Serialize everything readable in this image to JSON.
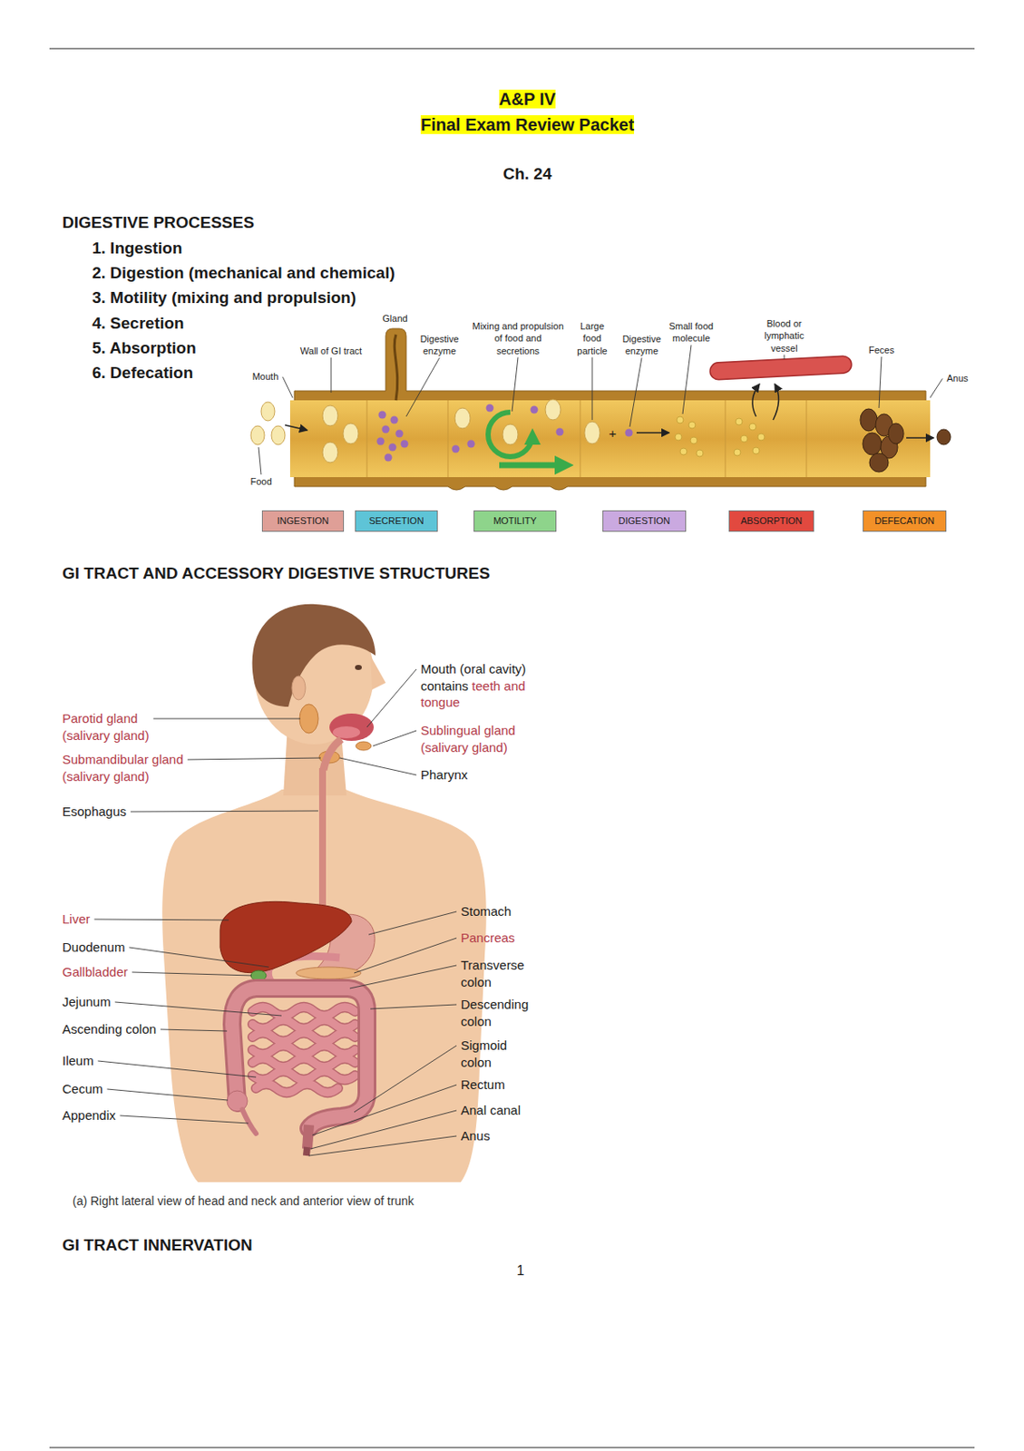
{
  "diagram": {
    "title": "A&P IV",
    "caption": "(a) Right lateral view of head and neck and anterior view of trunk",
    "nodes": [
      {
        "text": [
          "INGESTION"
        ]
      },
      {
        "text": [
          "SECRETION"
        ]
      },
      {
        "text": [
          "MOTILITY"
        ]
      },
      {
        "text": [
          "DIGESTION"
        ]
      },
      {
        "text": [
          "ABSORPTION"
        ]
      },
      {
        "text": [
          "DEFECATION"
        ]
      }
    ],
    "labels": [
      "Final Exam Review Packet",
      "Ch. 24",
      "DIGESTIVE PROCESSES",
      "1. Ingestion",
      "2. Digestion (mechanical and chemical)",
      "3. Motility (mixing and propulsion)",
      "4. Secretion",
      "5. Absorption",
      "6. Defecation",
      "Gland",
      "Wall of GI tract",
      "Digestive enzyme",
      "Mixing and propulsion of food and secretions",
      "Large food particle",
      "Digestive enzyme",
      "Small food molecule",
      "Blood or lymphatic vessel",
      "Feces",
      "Mouth",
      "Anus",
      "Food",
      "+",
      "GI TRACT AND ACCESSORY DIGESTIVE STRUCTURES",
      "Parotid gland (salivary gland)",
      "Submandibular gland (salivary gland)",
      "Esophagus",
      "Liver",
      "Duodenum",
      "Gallbladder",
      "Jejunum",
      "Ascending colon",
      "Ileum",
      "Cecum",
      "Appendix",
      "Mouth (oral cavity) contains",
      "teeth and tongue",
      "Sublingual gland (salivary gland)",
      "Pharynx",
      "Stomach",
      "Pancreas",
      "Transverse colon",
      "Descending colon",
      "Sigmoid colon",
      "Rectum",
      "Anal canal",
      "Anus",
      "GI TRACT INNERVATION",
      "1"
    ]
  }
}
